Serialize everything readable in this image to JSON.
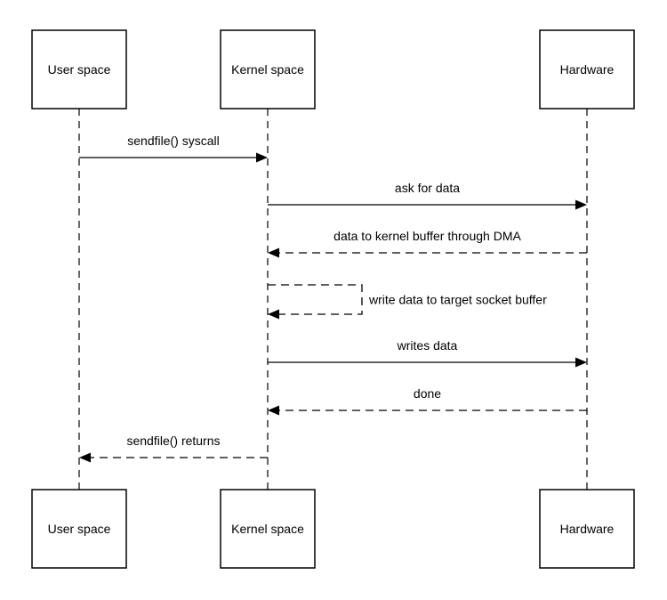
{
  "actors": [
    {
      "id": "user",
      "label": "User space"
    },
    {
      "id": "kernel",
      "label": "Kernel space"
    },
    {
      "id": "hw",
      "label": "Hardware"
    }
  ],
  "messages": [
    {
      "from": "user",
      "to": "kernel",
      "label": "sendfile() syscall",
      "style": "solid"
    },
    {
      "from": "kernel",
      "to": "hw",
      "label": "ask for data",
      "style": "solid"
    },
    {
      "from": "hw",
      "to": "kernel",
      "label": "data to kernel buffer through DMA",
      "style": "dashed"
    },
    {
      "from": "kernel",
      "to": "kernel",
      "label": "write data to target socket buffer",
      "style": "dashed"
    },
    {
      "from": "kernel",
      "to": "hw",
      "label": "writes data",
      "style": "solid"
    },
    {
      "from": "hw",
      "to": "kernel",
      "label": "done",
      "style": "dashed"
    },
    {
      "from": "kernel",
      "to": "user",
      "label": "sendfile() returns",
      "style": "dashed"
    }
  ]
}
